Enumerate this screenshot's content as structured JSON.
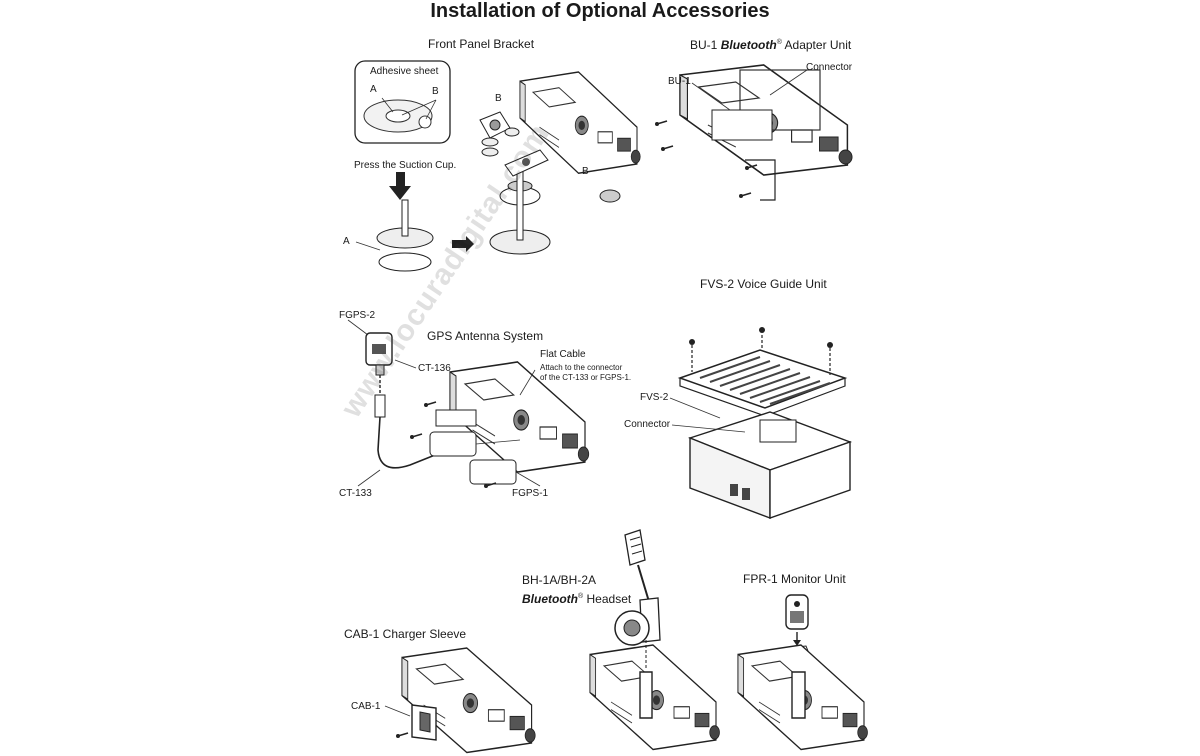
{
  "title": "Installation of Optional Accessories",
  "watermark": "www.locuradigital.com",
  "front_panel": {
    "heading": "Front Panel Bracket",
    "adhesive_sheet": "Adhesive sheet",
    "label_a_sheet": "A",
    "label_b_sheet": "B",
    "press": "Press the Suction Cup.",
    "label_a_cup": "A",
    "label_b_1": "B",
    "label_b_2": "B"
  },
  "bu1": {
    "heading_prefix": "BU-1 ",
    "heading_italic": "Bluetooth",
    "heading_reg": "®",
    "heading_suffix": " Adapter Unit",
    "label_unit": "BU-1",
    "label_connector": "Connector"
  },
  "gps": {
    "heading": "GPS Antenna System",
    "fgps2": "FGPS-2",
    "ct136": "CT-136",
    "flat_cable": "Flat Cable",
    "flat_note_1": "Attach to the connector",
    "flat_note_2": "of the CT-133 or FGPS-1.",
    "ct133": "CT-133",
    "fgps1": "FGPS-1"
  },
  "fvs2": {
    "heading": "FVS-2 Voice Guide Unit",
    "label_unit": "FVS-2",
    "label_connector": "Connector"
  },
  "cab1": {
    "heading": "CAB-1 Charger Sleeve",
    "label_unit": "CAB-1"
  },
  "headset": {
    "line1": "BH-1A/BH-2A",
    "italic": "Bluetooth",
    "reg": "®",
    "suffix": " Headset"
  },
  "fpr1": {
    "heading": "FPR-1 Monitor Unit"
  }
}
